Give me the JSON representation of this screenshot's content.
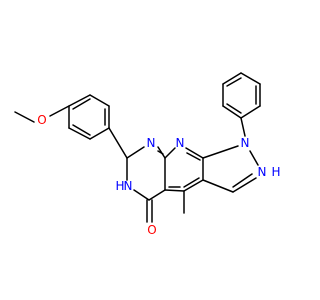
{
  "molecule": {
    "atom_labels": {
      "methoxy_o": "O",
      "n_pyr1": "N",
      "n_pyr2": "N",
      "nh_lactam": "N",
      "h_lactam": "H",
      "o_carbonyl": "O",
      "n_pz1": "N",
      "nh_pz2": "N",
      "h_pz2": "H"
    },
    "colors": {
      "bond": "#000000",
      "nitrogen": "#0000ff",
      "oxygen": "#ff0000"
    }
  }
}
